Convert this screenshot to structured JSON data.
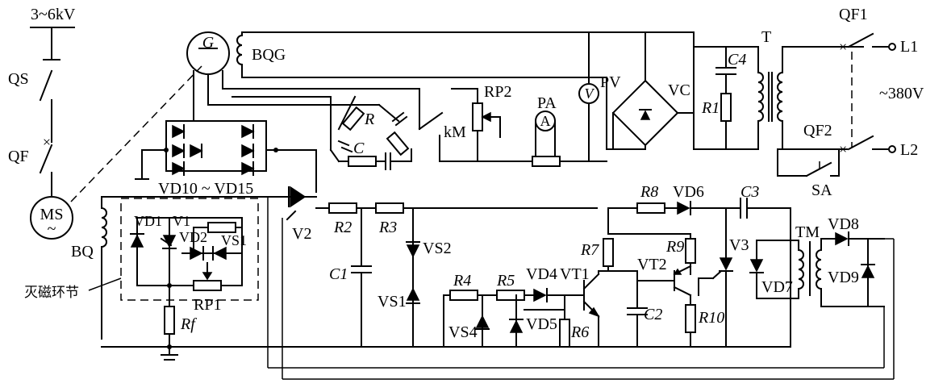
{
  "labels": {
    "voltage_hv": "3~6kV",
    "qs": "QS",
    "qf": "QF",
    "ms": "MS",
    "ms_sym": "~",
    "bq": "BQ",
    "g": "G",
    "bqg": "BQG",
    "vd10_15": "VD10 ~ VD15",
    "r_c_pair_r": "R",
    "r_c_pair_c": "C",
    "km": "kM",
    "rp2": "RP2",
    "pa": "PA",
    "pa_sym": "A",
    "pv": "PV",
    "pv_sym": "V",
    "vc": "VC",
    "c4": "C4",
    "r1": "R1",
    "t": "T",
    "qf1": "QF1",
    "l1": "L1",
    "voltage_lv": "~380V",
    "qf2": "QF2",
    "sa": "SA",
    "l2": "L2",
    "vd1": "VD1",
    "v1": "V1",
    "vd2": "VD2",
    "vs1_top": "VS1",
    "rp1": "RP1",
    "rf": "Rf",
    "demag_link": "灭磁环节",
    "v2": "V2",
    "r2": "R2",
    "r3": "R3",
    "c1": "C1",
    "vs2": "VS2",
    "vs1": "VS1",
    "r4": "R4",
    "r5": "R5",
    "vd4": "VD4",
    "vs4": "VS4",
    "vd5": "VD5",
    "r6": "R6",
    "vt1": "VT1",
    "r7": "R7",
    "c2": "C2",
    "r8": "R8",
    "vd6": "VD6",
    "r9": "R9",
    "vt2": "VT2",
    "r10": "R10",
    "c3": "C3",
    "v3": "V3",
    "vd7": "VD7",
    "tm": "TM",
    "vd8": "VD8",
    "vd9": "VD9"
  }
}
